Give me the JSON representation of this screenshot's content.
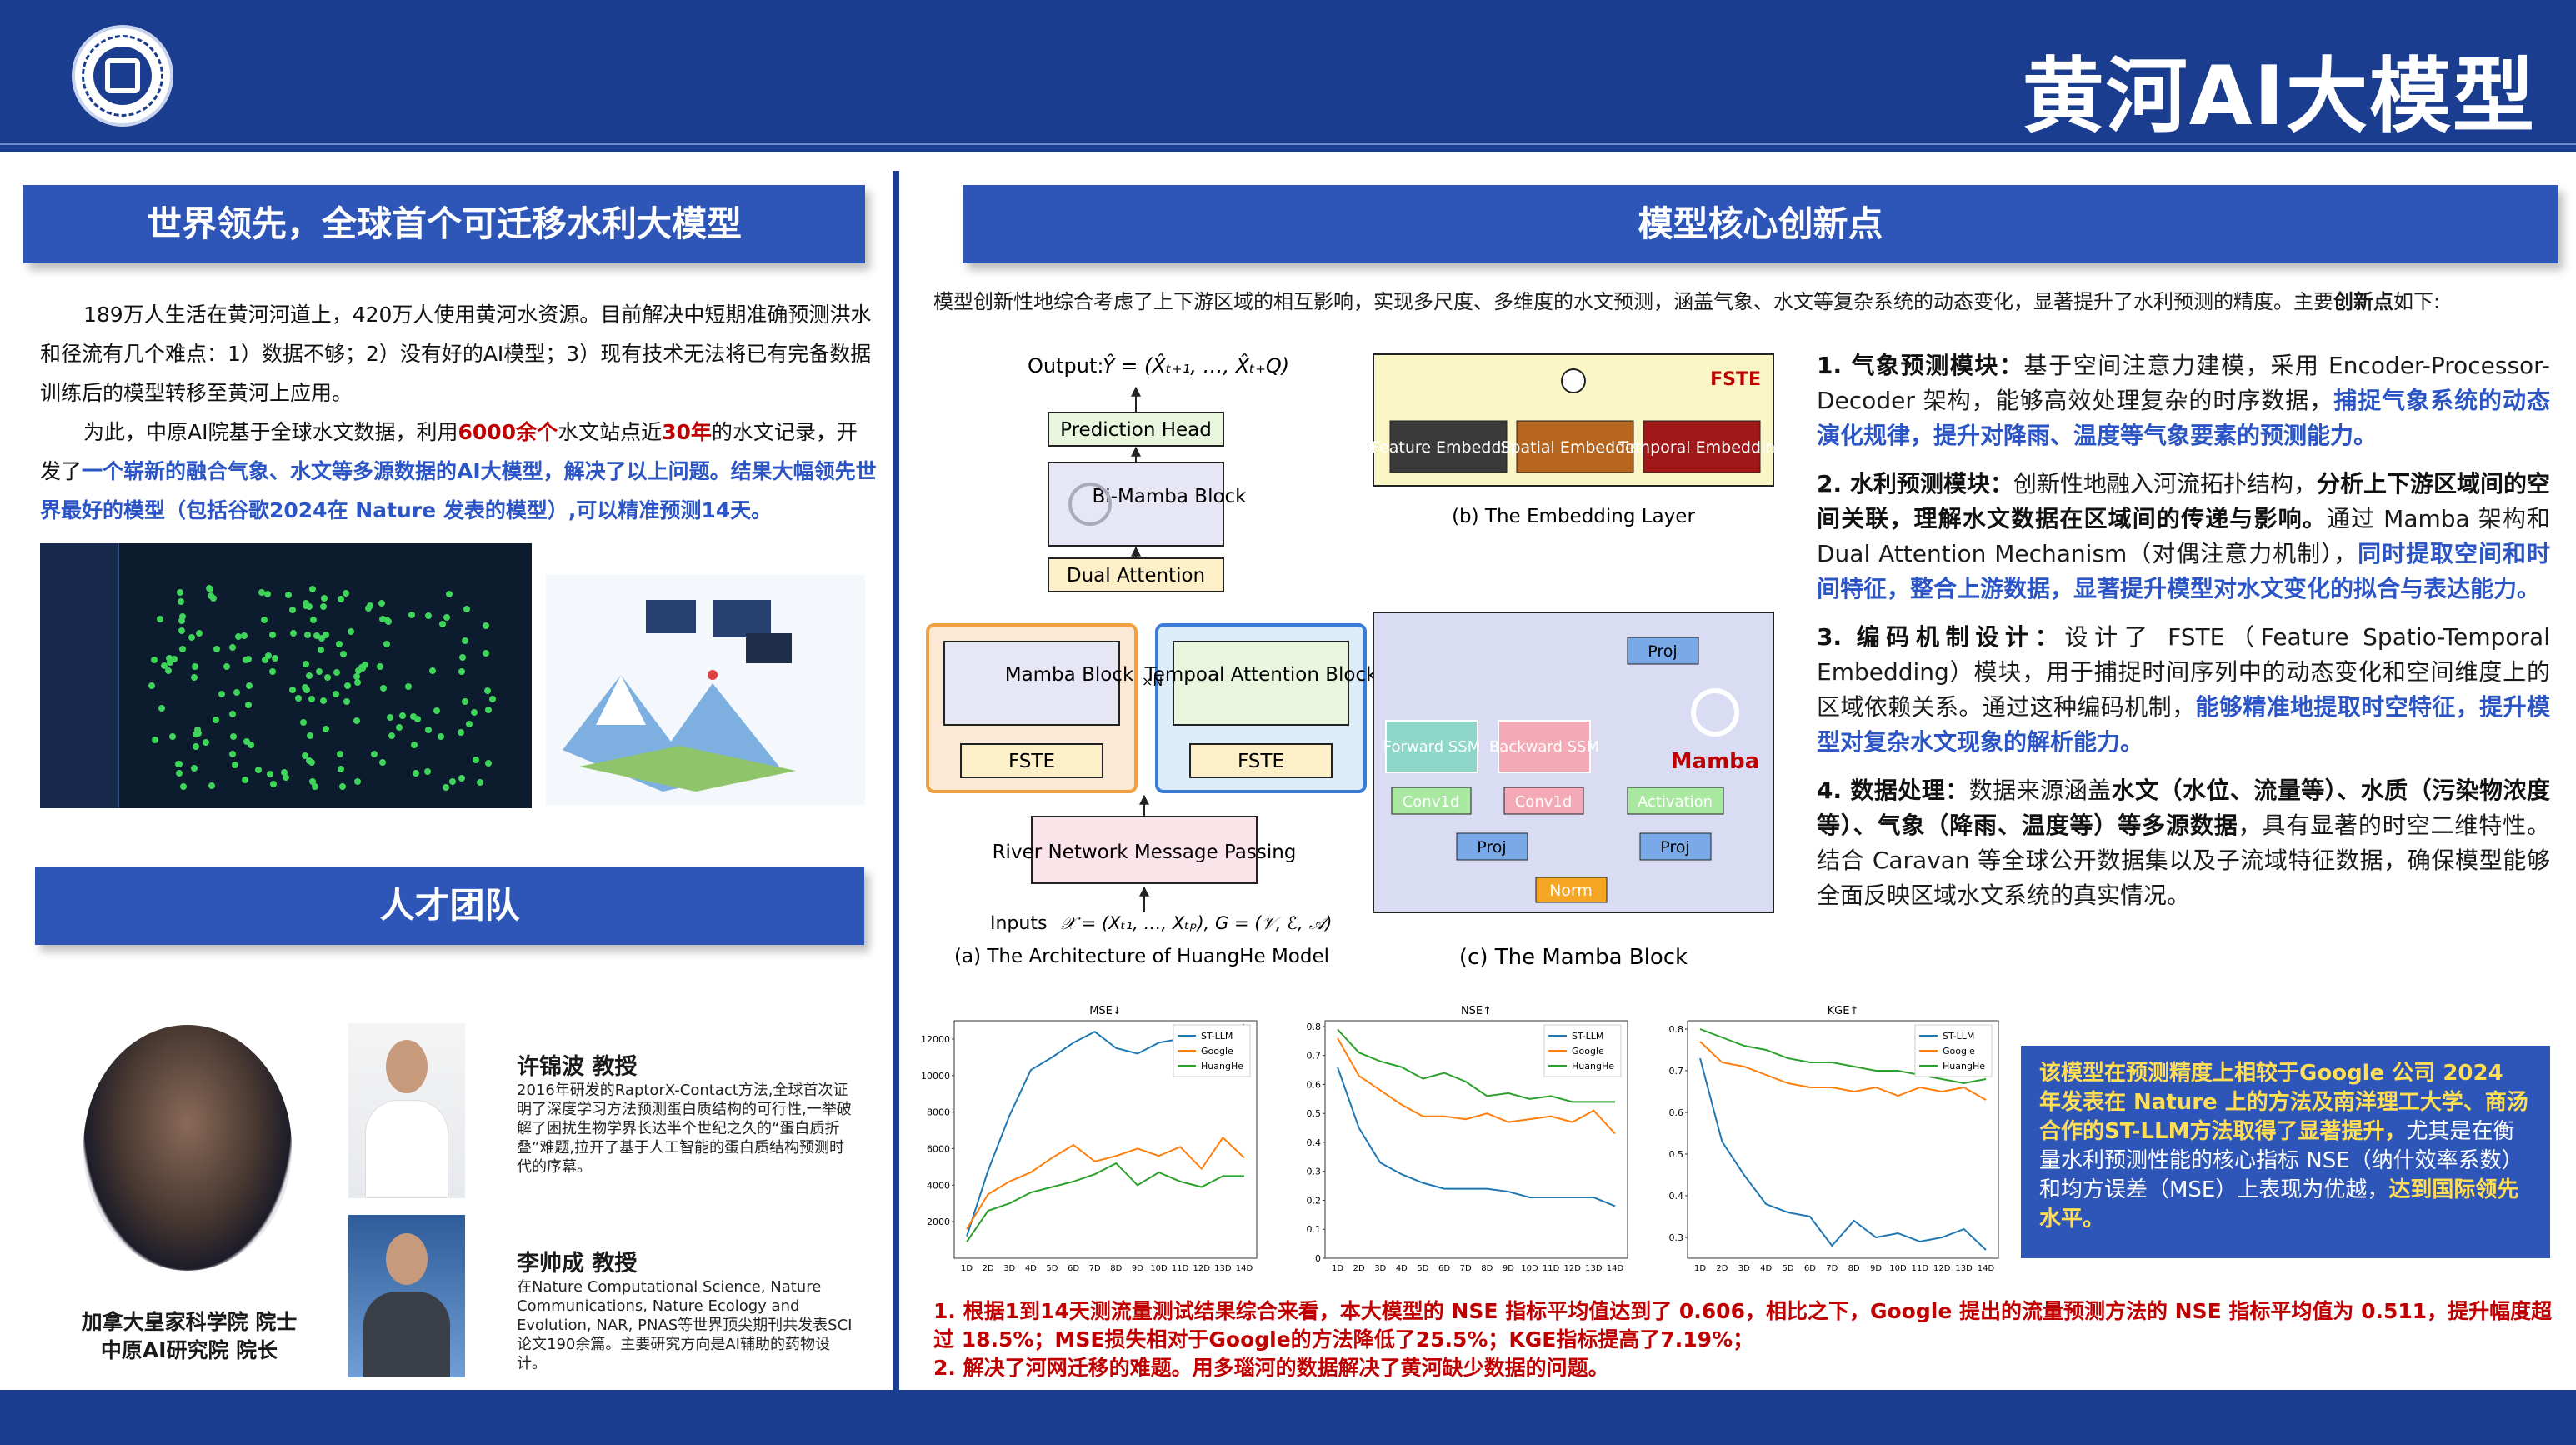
{
  "header": {
    "title": "黄河AI大模型"
  },
  "sections": {
    "left_top": "世界领先，全球首个可迁移水利大模型",
    "right_top": "模型核心创新点",
    "left_bottom": "人才团队"
  },
  "intro": {
    "p1": "189万人生活在黄河河道上，420万人使用黄河水资源。目前解决中短期准确预测洪水和径流有几个难点：1）数据不够；2）没有好的AI模型；3）现有技术无法将已有完备数据训练后的模型转移至黄河上应用。",
    "p2_a": "为此，中原AI院基于全球水文数据，利用",
    "p2_b": "6000余个",
    "p2_c": "水文站点近",
    "p2_d": "30年",
    "p2_e": "的水文记录，开发了",
    "p2_f": "一个崭新的融合气象、水文等多源数据的AI大模型，解决了以上问题。结果大幅领先世界最好的模型（包括谷歌2024在 Nature 发表的模型）,可以精准预测14天。"
  },
  "team": {
    "p1_caption_1": "加拿大皇家科学院 院士",
    "p1_caption_2": "中原AI研究院 院长",
    "p2_name": "许锦波 教授",
    "p2_desc": "2016年研发的RaptorX-Contact方法,全球首次证明了深度学习方法预测蛋白质结构的可行性,一举破解了困扰生物学界长达半个世纪之久的“蛋白质折叠”难题,拉开了基于人工智能的蛋白质结构预测时代的序幕。",
    "p3_name": "李帅成 教授",
    "p3_desc": "在Nature Computational Science, Nature Communications, Nature Ecology and Evolution, NAR, PNAS等世界顶尖期刊共发表SCI论文190余篇。主要研究方向是AI辅助的药物设计。"
  },
  "model_intro_a": "模型创新性地综合考虑了上下游区域的相互影响，实现多尺度、多维度的水文预测，涵盖气象、水文等复杂系统的动态变化，显著提升了水利预测的精度。主要",
  "model_intro_b": "创新点",
  "model_intro_c": "如下:",
  "arch": {
    "output": "Output:",
    "prediction_head": "Prediction Head",
    "bimamba": "Bi-Mamba Block",
    "dual_attention": "Dual Attention",
    "mamba_block": "Mamba Block",
    "temporal_block": "Tempoal Attention Block",
    "fste_left": "FSTE",
    "fste_right": "FSTE",
    "river": "River Network Message Passing",
    "inputs": "Inputs",
    "caption_a": "(a) The Architecture of HuangHe Model",
    "fste_title": "FSTE",
    "feat_emb": "Feature Embedding",
    "spat_emb": "Spatial Embedding",
    "temp_emb": "Temporal Embedding",
    "caption_b": "(b) The  Embedding Layer",
    "proj": "Proj",
    "forward_ssm": "Forward SSM",
    "backward_ssm": "Backward SSM",
    "conv1d": "Conv1d",
    "activation": "Activation",
    "norm": "Norm",
    "mamba_label": "Mamba",
    "caption_c": "(c) The  Mamba Block"
  },
  "points": [
    {
      "title": "1. 气象预测模块：",
      "body": "基于空间注意力建模，采用 Encoder-Processor-Decoder 架构，能够高效处理复杂的时序数据，",
      "hl": "捕捉气象系统的动态演化规律，提升对降雨、温度等气象要素的预测能力。",
      "tail": ""
    },
    {
      "title": "2. 水利预测模块：",
      "body": "创新性地融入河流拓扑结构，",
      "bold": "分析上下游区域间的空间关联，理解水文数据在区域间的传递与影响。",
      "body2": "通过 Mamba 架构和 Dual Attention Mechanism（对偶注意力机制），",
      "hl": "同时提取空间和时间特征，整合上游数据，显著提升模型对水文变化的拟合与表达能力。"
    },
    {
      "title": "3. 编码机制设计：",
      "body": "设计了 FSTE（Feature Spatio-Temporal Embedding）模块，用于捕捉时间序列中的动态变化和空间维度上的区域依赖关系。通过这种编码机制，",
      "hl": "能够精准地提取时空特征，提升模型对复杂水文现象的解析能力。",
      "tail": ""
    },
    {
      "title": "4. 数据处理：",
      "body": "数据来源涵盖",
      "bold": "水文（水位、流量等）、水质（污染物浓度等）、气象（降雨、温度等）等多源数据",
      "body2": "，具有显著的时空二维特性。结合 Caravan 等全球公开数据集以及子流域特征数据，确保模型能够全面反映区域水文系统的真实情况。"
    }
  ],
  "summary": {
    "a": "该模型在预测精度上相较于Google 公司 2024 年发表在 Nature 上的方法及南洋理工大学、商汤合作的ST-LLM方法取得了显著提升，",
    "b": "尤其是在衡量水利预测性能的核心指标 NSE（纳什效率系数）和均方误差（MSE）上表现为优越，",
    "c": "达到国际领先水平。"
  },
  "conclusions": [
    "1. 根据1到14天测流量测试结果综合来看，本大模型的 NSE 指标平均值达到了 0.606，相比之下，Google 提出的流量预测方法的 NSE 指标平均值为 0.511，提升幅度超过 18.5%；MSE损失相对于Google的方法降低了25.5%；KGE指标提高了7.19%；",
    "2. 解决了河网迁移的难题。用多瑙河的数据解决了黄河缺少数据的问题。"
  ],
  "colors": {
    "brand": "#1b3d8f",
    "section": "#2d56b8",
    "accent_red": "#c00000",
    "accent_blue": "#2b55c4",
    "st_llm": "#1f77b4",
    "google": "#ff7f0e",
    "huanghe": "#2ca02c"
  },
  "chart_data": [
    {
      "type": "line",
      "title": "MSE↓",
      "x": [
        "1D",
        "2D",
        "3D",
        "4D",
        "5D",
        "6D",
        "7D",
        "8D",
        "9D",
        "10D",
        "11D",
        "12D",
        "13D",
        "14D"
      ],
      "ylim": [
        0,
        13000
      ],
      "yticks": [
        2000,
        4000,
        6000,
        8000,
        10000,
        12000
      ],
      "series": [
        {
          "name": "ST-LLM",
          "values": [
            1200,
            4800,
            7800,
            10300,
            11000,
            11800,
            12400,
            11500,
            11200,
            11800,
            12000,
            12200,
            12300,
            12800
          ]
        },
        {
          "name": "Google",
          "values": [
            1600,
            3500,
            4200,
            4700,
            5500,
            6200,
            5300,
            5600,
            6000,
            5600,
            6100,
            4900,
            6600,
            5500
          ]
        },
        {
          "name": "HuangHe",
          "values": [
            900,
            2600,
            3000,
            3600,
            3900,
            4200,
            4600,
            5200,
            4000,
            4700,
            4200,
            3900,
            4500,
            4500
          ]
        }
      ]
    },
    {
      "type": "line",
      "title": "NSE↑",
      "x": [
        "1D",
        "2D",
        "3D",
        "4D",
        "5D",
        "6D",
        "7D",
        "8D",
        "9D",
        "10D",
        "11D",
        "12D",
        "13D",
        "14D"
      ],
      "ylim": [
        0.0,
        0.82
      ],
      "yticks": [
        0.0,
        0.1,
        0.2,
        0.3,
        0.4,
        0.5,
        0.6,
        0.7,
        0.8
      ],
      "series": [
        {
          "name": "ST-LLM",
          "values": [
            0.66,
            0.45,
            0.33,
            0.29,
            0.26,
            0.24,
            0.24,
            0.24,
            0.23,
            0.21,
            0.21,
            0.21,
            0.21,
            0.18
          ]
        },
        {
          "name": "Google",
          "values": [
            0.76,
            0.63,
            0.58,
            0.53,
            0.49,
            0.49,
            0.48,
            0.5,
            0.47,
            0.48,
            0.49,
            0.47,
            0.51,
            0.43
          ]
        },
        {
          "name": "HuangHe",
          "values": [
            0.79,
            0.71,
            0.68,
            0.66,
            0.62,
            0.64,
            0.61,
            0.56,
            0.57,
            0.55,
            0.56,
            0.54,
            0.54,
            0.54
          ]
        }
      ]
    },
    {
      "type": "line",
      "title": "KGE↑",
      "x": [
        "1D",
        "2D",
        "3D",
        "4D",
        "5D",
        "6D",
        "7D",
        "8D",
        "9D",
        "10D",
        "11D",
        "12D",
        "13D",
        "14D"
      ],
      "ylim": [
        0.25,
        0.82
      ],
      "yticks": [
        0.3,
        0.4,
        0.5,
        0.6,
        0.7,
        0.8
      ],
      "series": [
        {
          "name": "ST-LLM",
          "values": [
            0.73,
            0.53,
            0.45,
            0.38,
            0.36,
            0.35,
            0.28,
            0.34,
            0.3,
            0.31,
            0.29,
            0.3,
            0.32,
            0.27
          ]
        },
        {
          "name": "Google",
          "values": [
            0.77,
            0.72,
            0.71,
            0.69,
            0.67,
            0.66,
            0.66,
            0.65,
            0.66,
            0.64,
            0.66,
            0.65,
            0.66,
            0.63
          ]
        },
        {
          "name": "HuangHe",
          "values": [
            0.8,
            0.78,
            0.76,
            0.75,
            0.73,
            0.72,
            0.72,
            0.71,
            0.7,
            0.7,
            0.69,
            0.68,
            0.67,
            0.68
          ]
        }
      ]
    }
  ]
}
